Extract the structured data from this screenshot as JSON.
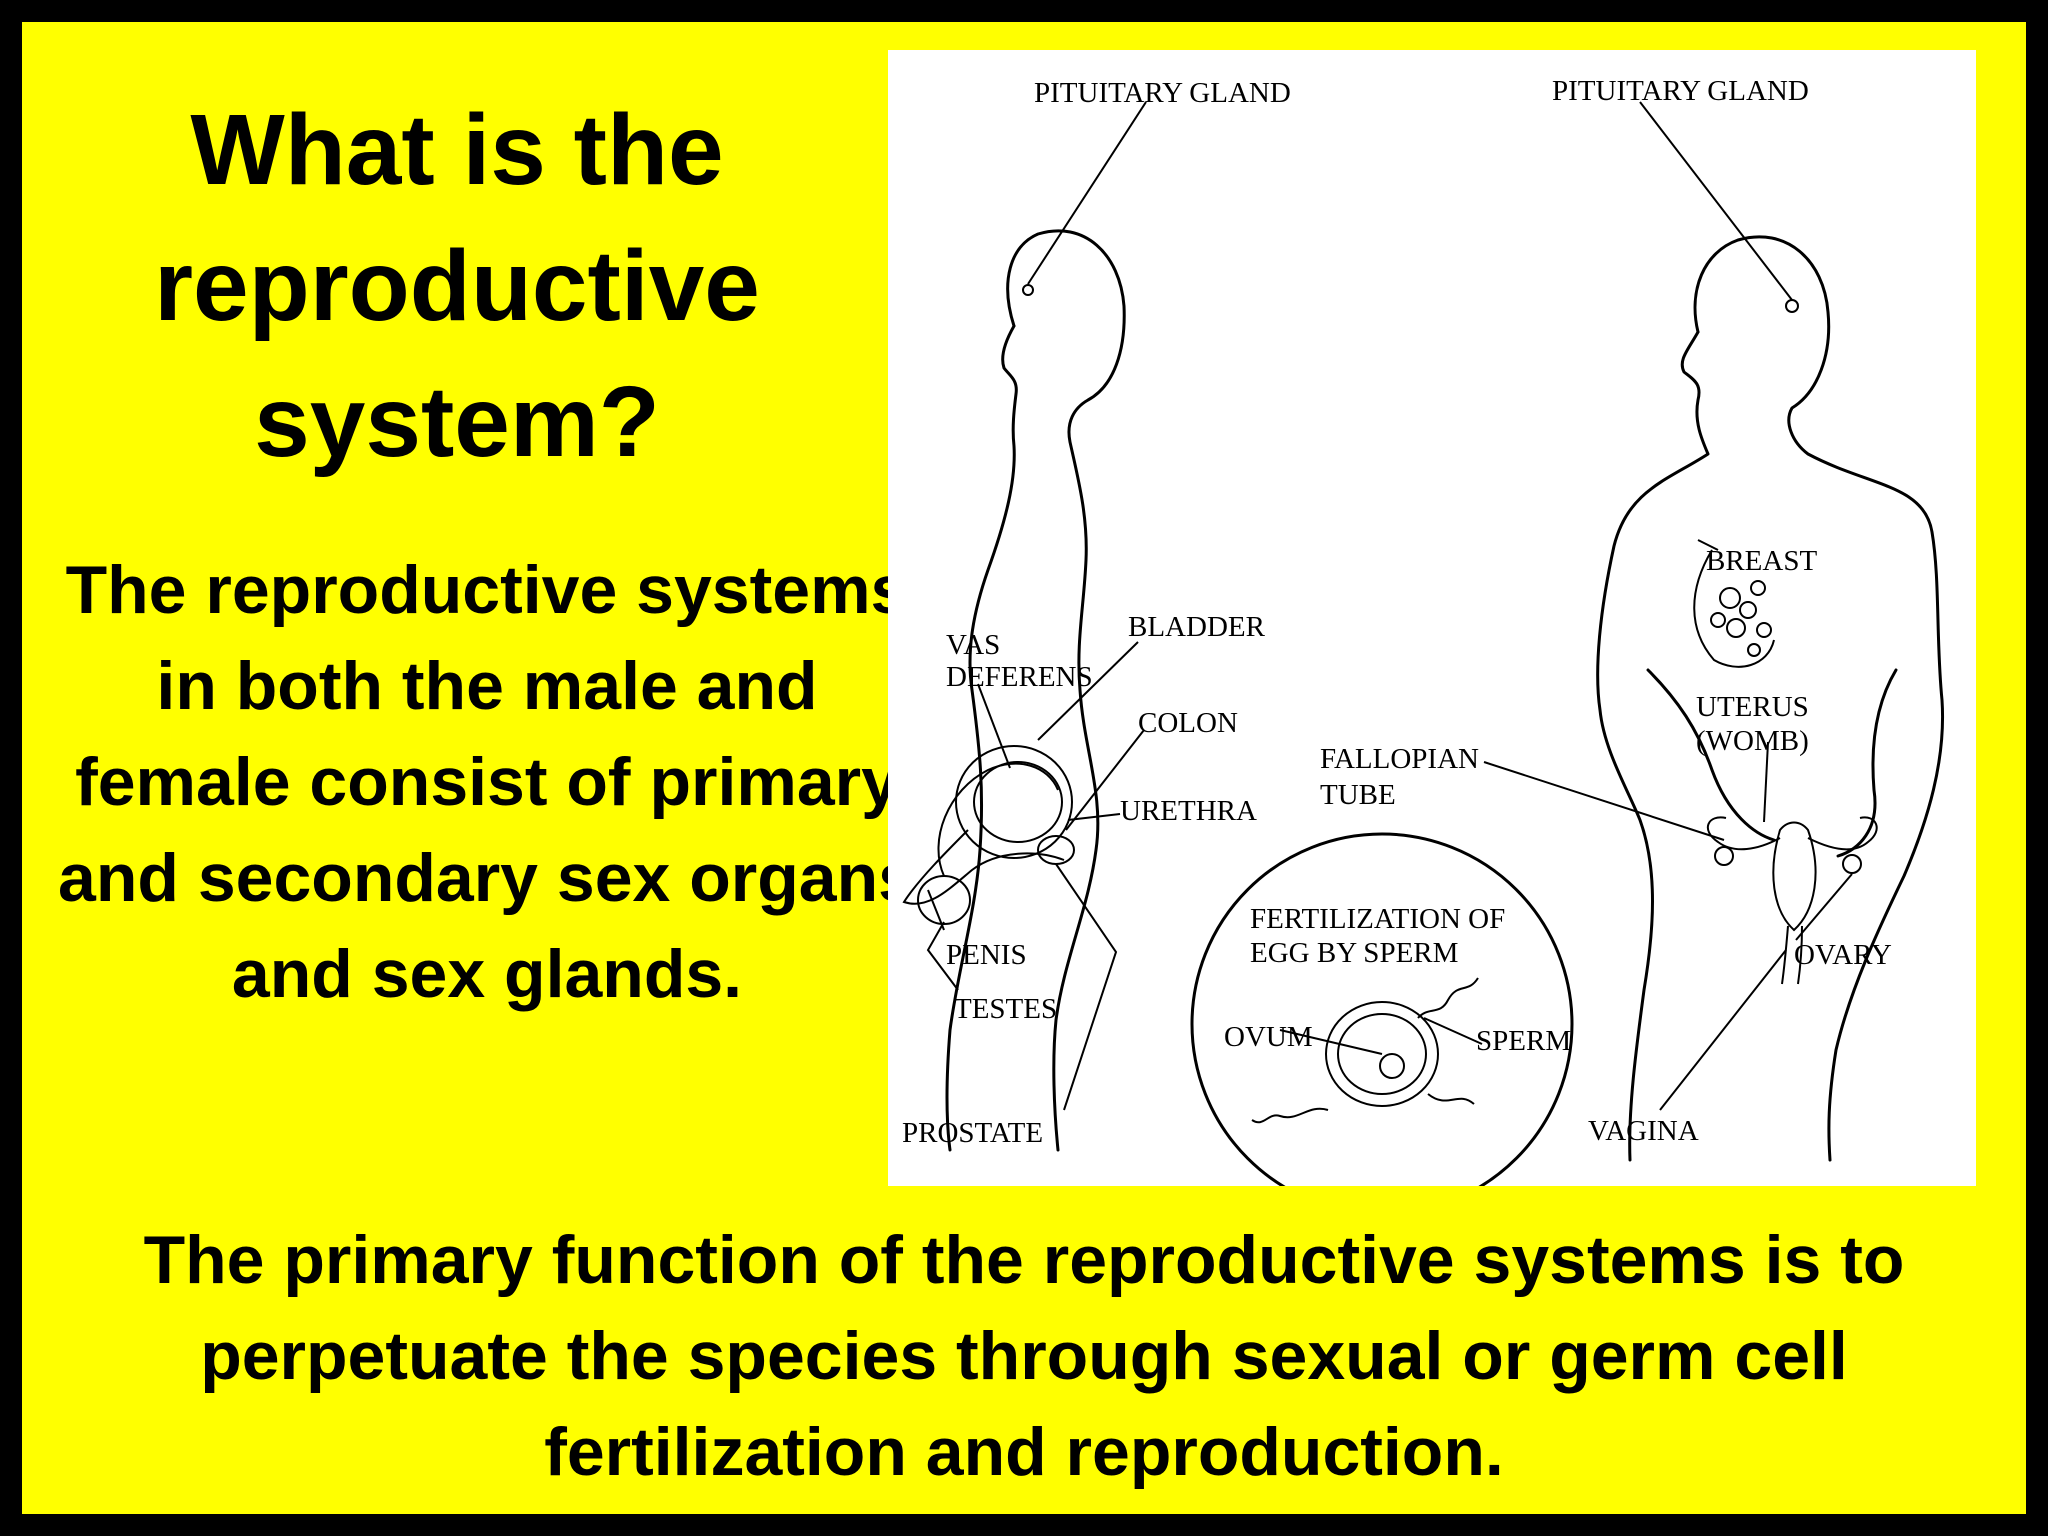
{
  "title": "What is the reproductive system?",
  "intro": "The reproductive systems in both the male and female consist of primary and secondary sex organs and sex glands.",
  "function": "The primary function of the reproductive systems is to perpetuate the species through sexual or germ cell fertilization and reproduction.",
  "colors": {
    "background": "#ffff00",
    "border": "#000000",
    "diagram_bg": "#ffffff"
  },
  "diagram": {
    "male_labels": {
      "pituitary": "PITUITARY GLAND",
      "vas_deferens_1": "VAS",
      "vas_deferens_2": "DEFERENS",
      "bladder": "BLADDER",
      "colon": "COLON",
      "urethra": "URETHRA",
      "penis": "PENIS",
      "testes": "TESTES",
      "prostate": "PROSTATE"
    },
    "female_labels": {
      "pituitary": "PITUITARY GLAND",
      "breast": "BREAST",
      "uterus_1": "UTERUS",
      "uterus_2": "(WOMB)",
      "fallopian_1": "FALLOPIAN",
      "fallopian_2": "TUBE",
      "ovary": "OVARY",
      "vagina": "VAGINA"
    },
    "fertilization": {
      "title_1": "FERTILIZATION OF",
      "title_2": "EGG BY SPERM",
      "ovum": "OVUM",
      "sperm": "SPERM"
    }
  }
}
